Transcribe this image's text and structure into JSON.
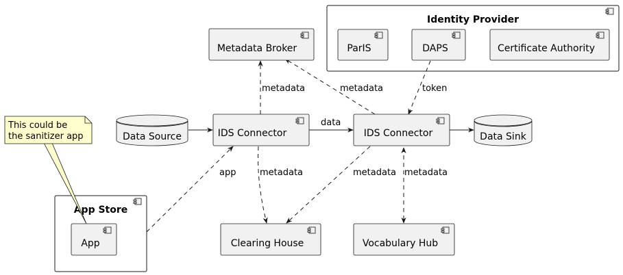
{
  "groups": {
    "identity_provider": "Identity Provider",
    "app_store": "App Store"
  },
  "components": {
    "metadata_broker": "Metadata Broker",
    "paris": "ParIS",
    "daps": "DAPS",
    "certificate_authority": "Certificate Authority",
    "ids_connector_left": "IDS Connector",
    "ids_connector_right": "IDS Connector",
    "app": "App",
    "clearing_house": "Clearing House",
    "vocabulary_hub": "Vocabulary Hub"
  },
  "databases": {
    "data_source": "Data Source",
    "data_sink": "Data Sink"
  },
  "note": {
    "line1": "This could be",
    "line2": "the sanitizer app"
  },
  "edges": {
    "conn1_to_broker": "metadata",
    "conn2_to_broker": "metadata",
    "daps_to_conn2": "token",
    "conn1_to_conn2": "data",
    "app_to_conn1": "app",
    "conn1_to_clearing": "metadata",
    "conn2_to_clearing": "metadata",
    "conn2_vocab": "metadata"
  },
  "colors": {
    "node_fill": "#f1f1f1",
    "stroke": "#181818",
    "note_fill": "#fefece",
    "group_fill": "#ffffff"
  }
}
